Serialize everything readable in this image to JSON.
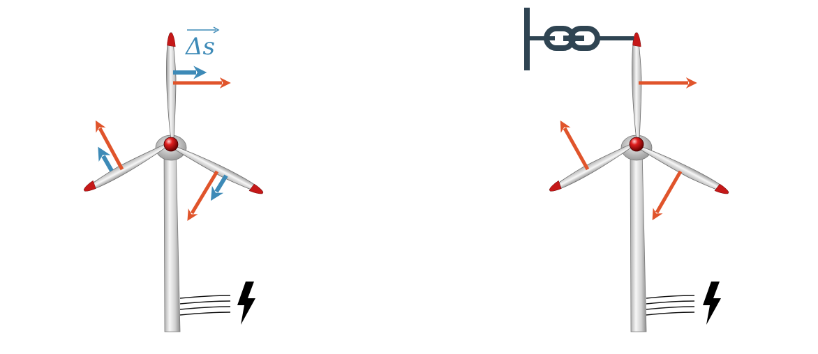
{
  "label": {
    "text": "Δs",
    "color": "#3d8ab7"
  },
  "colors": {
    "orange": "#e0542b",
    "blue": "#3d8ab7",
    "blade_light": "#f4f4f4",
    "blade_mid": "#c8c8c8",
    "blade_dark": "#8d8d8d",
    "tip": "#c51818",
    "chain": "#2f4452",
    "bolt": "#000000"
  },
  "turbines": [
    {
      "id": "left",
      "icon": "wind-turbine-icon",
      "displacement_arrows": true,
      "chain": false,
      "generator": "lightning-bolt-icon"
    },
    {
      "id": "right",
      "icon": "wind-turbine-icon",
      "displacement_arrows": false,
      "chain": true,
      "generator": "lightning-bolt-icon"
    }
  ]
}
